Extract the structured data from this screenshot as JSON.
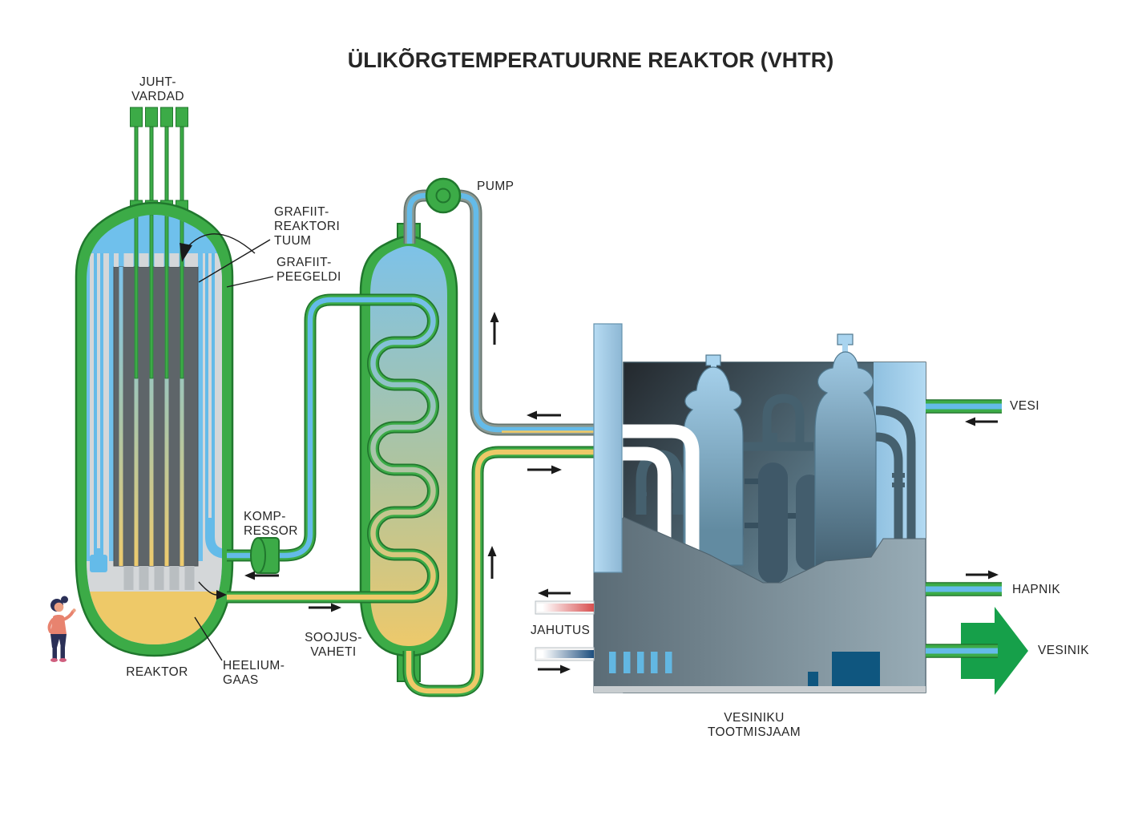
{
  "title": "ÜLIKÕRGTEMPERATUURNE REAKTOR (VHTR)",
  "reactor": {
    "label": "REAKTOR",
    "control_rods_label": "JUHT-\nVARDAD",
    "core_label": "GRAFIIT-\nREAKTORI\nTUUM",
    "reflector_label": "GRAFIIT-\nPEEGELDI",
    "coolant_label": "HEELIUM-\nGAAS"
  },
  "primary_loop": {
    "compressor_label": "KOMP-\nRESSOR"
  },
  "secondary_loop": {
    "pump_label": "PUMP",
    "heat_exchanger_label": "SOOJUS-\nVAHETI"
  },
  "plant": {
    "name": "VESINIKU\nTOOTMISJAAM",
    "inputs": {
      "water": "VESI",
      "cooling": "JAHUTUS"
    },
    "outputs": {
      "oxygen": "HAPNIK",
      "hydrogen": "VESINIK"
    }
  },
  "colors": {
    "green": "#3cab47",
    "green_dark": "#20772d",
    "blue": "#64bbe9",
    "reactor_blue": "#6fc0ec",
    "yellow": "#eec968",
    "gray_light": "#d4d7d9",
    "gray_mid": "#b9bec1",
    "core_dark": "#5e6569",
    "pipe_outline_gray": "#8a9a93",
    "pipe_outline_gray_dark": "#64736c",
    "plant_dark": "#23282d",
    "plant_light": "#9fbac8",
    "vessel_blue": "#a9d4ef",
    "slate_pipe": "#45606e",
    "floor_gray": "#7d919c",
    "window_blue": "#62b7e2",
    "door_blue": "#0f567f",
    "hydrogen_green": "#16a04a",
    "cooling_red": "#d85050",
    "cooling_blue": "#1d4e7e",
    "arrow_black": "#1a1a1a",
    "text": "#262626",
    "white_pipe": "#ffffff",
    "skin": "#eda184",
    "person_top": "#e8836f",
    "person_dark": "#2b3057",
    "shoe_pink": "#cf5f7e"
  }
}
